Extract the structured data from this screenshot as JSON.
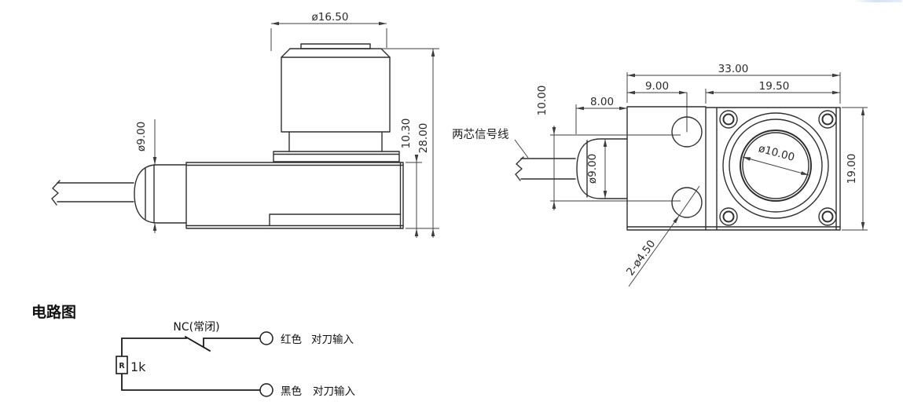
{
  "drawing": {
    "side_view": {
      "dim_knob_diameter": "ø16.50",
      "dim_gland_diameter": "ø9.00",
      "dim_body_height": "10.30",
      "dim_overall_height": "28.00"
    },
    "front_view": {
      "cable_label": "两芯信号线",
      "dim_overall_width": "33.00",
      "dim_hole_offset": "9.00",
      "dim_face_width": "19.50",
      "dim_gland_length": "8.00",
      "dim_hole_spacing": "10.00",
      "dim_gland_diameter": "ø9.00",
      "dim_bore_diameter": "ø10.00",
      "dim_face_height": "19.00",
      "dim_mount_holes": "2-ø4.50"
    }
  },
  "circuit": {
    "section_title": "电路图",
    "contact_label": "NC(常闭)",
    "resistor_symbol": "R",
    "resistor_value": "1k",
    "terminals": [
      {
        "wire_color": "红色",
        "signal": "对刀输入"
      },
      {
        "wire_color": "黑色",
        "signal": "对刀输入"
      }
    ]
  },
  "colors": {
    "line": "#2f2f2f",
    "text": "#212121",
    "edge_artifact": "#d7e3f1"
  }
}
